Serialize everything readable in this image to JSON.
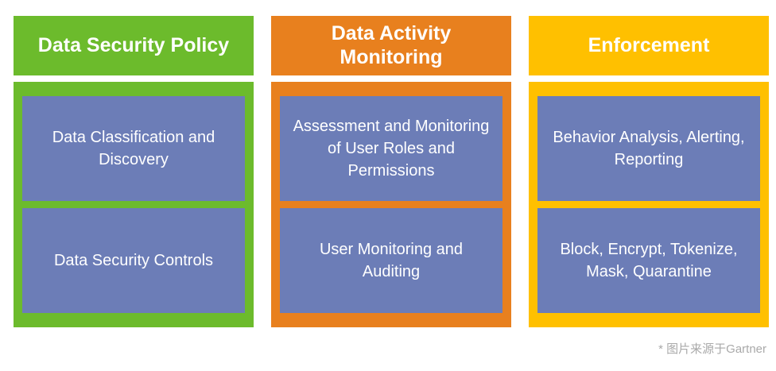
{
  "columns": [
    {
      "header": "Data Security Policy",
      "accent_color": "#6cbb2c",
      "items": [
        "Data Classification and Discovery",
        "Data Security Controls"
      ]
    },
    {
      "header": "Data Activity Monitoring",
      "accent_color": "#e8801e",
      "items": [
        "Assessment and Monitoring of User Roles and Permissions",
        "User Monitoring and Auditing"
      ]
    },
    {
      "header": "Enforcement",
      "accent_color": "#ffc000",
      "items": [
        "Behavior Analysis, Alerting, Reporting",
        "Block, Encrypt, Tokenize, Mask, Quarantine"
      ]
    }
  ],
  "colors": {
    "item_bg": "#6c7db7",
    "header_text": "#ffffff",
    "item_text": "#ffffff",
    "footer_text": "#a9a9a9",
    "background": "#ffffff"
  },
  "footer": {
    "source_note": "* 图片来源于Gartner"
  }
}
